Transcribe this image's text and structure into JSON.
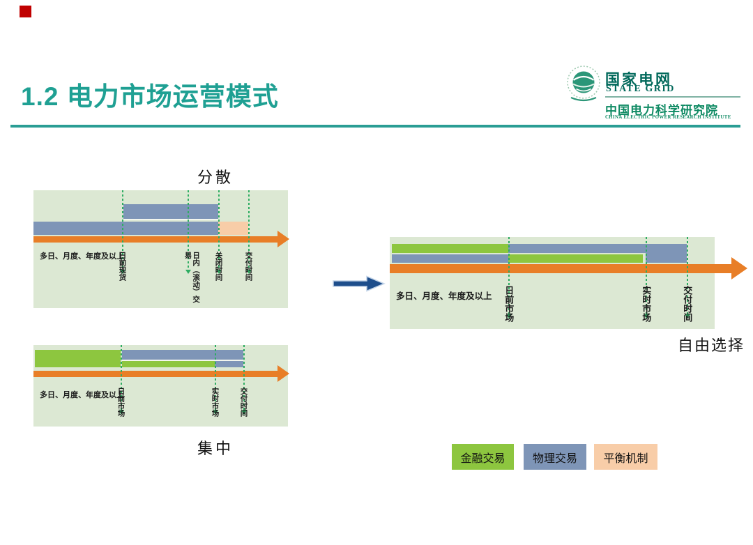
{
  "slide_title": "1.2 电力市场运营模式",
  "logo": {
    "brand_cn": "国家电网",
    "brand_en": "STATE GRID",
    "org_cn": "中国电力科学研究院",
    "org_en": "CHINA ELECTRIC POWER RESEARCH INSTITUTE"
  },
  "diagrams": {
    "dispersed": {
      "title": "分散",
      "axis_label": "多日、月度、年度及以上",
      "milestones": [
        "日前现货",
        "日内（滚动）交易",
        "关闭时间",
        "交付时间"
      ]
    },
    "centralized": {
      "title": "集中",
      "axis_label": "多日、月度、年度及以上",
      "milestones": [
        "日前市场",
        "实时市场",
        "交付时间"
      ]
    },
    "free_choice": {
      "title": "自由选择",
      "axis_label": "多日、月度、年度及以上",
      "milestones": [
        "日前市场",
        "实时市场",
        "交付时间"
      ]
    }
  },
  "legend": {
    "items": [
      {
        "label": "金融交易",
        "color": "#8DC63F"
      },
      {
        "label": "物理交易",
        "color": "#7E95B7"
      },
      {
        "label": "平衡机制",
        "color": "#F8CDA8"
      }
    ]
  },
  "colors": {
    "financial": "#8DC63F",
    "physical": "#7E95B7",
    "balancing": "#F8CDA8",
    "timeline_arrow": "#E87E27",
    "milestone_line": "#2EAD62",
    "accent_teal": "#20A294",
    "transition_arrow": "#1E4E8C",
    "panel_background": "#DCE8D3"
  }
}
